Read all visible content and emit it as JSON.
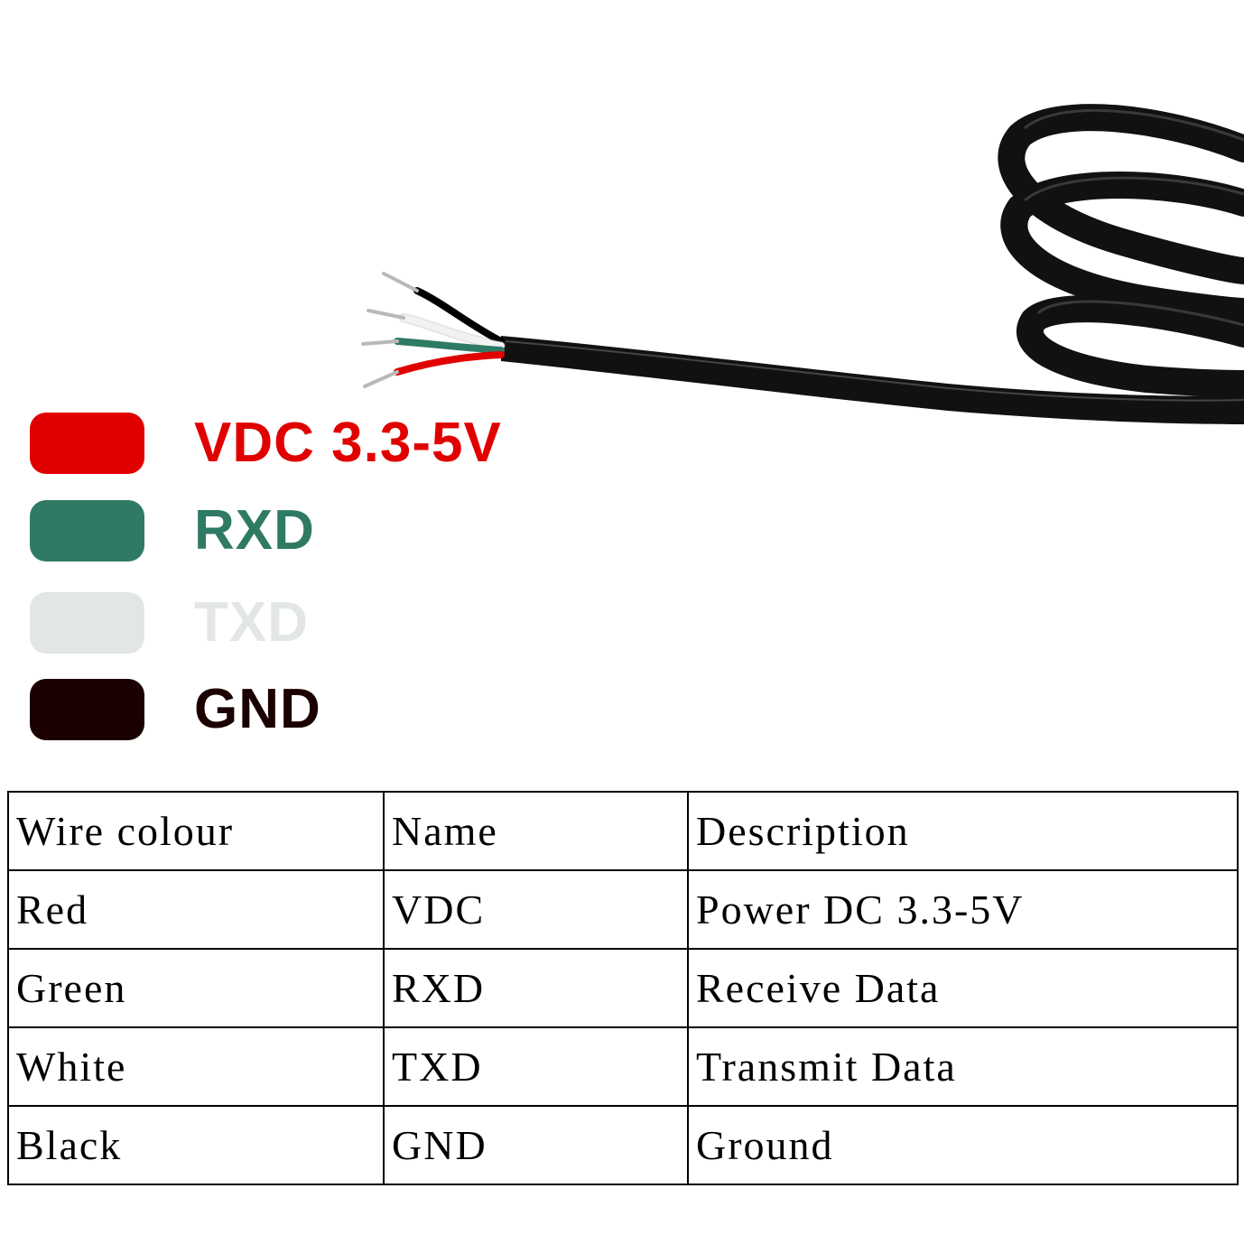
{
  "legend": [
    {
      "label": "VDC 3.3-5V",
      "color": "#e00000"
    },
    {
      "label": "RXD",
      "color": "#2f7a64"
    },
    {
      "label": "TXD",
      "color": "#e3e6e6"
    },
    {
      "label": "GND",
      "color": "#1a0000"
    }
  ],
  "table": {
    "headers": [
      "Wire colour",
      "Name",
      "Description"
    ],
    "rows": [
      [
        "Red",
        "VDC",
        "Power DC 3.3-5V"
      ],
      [
        "Green",
        "RXD",
        "Receive Data"
      ],
      [
        "White",
        "TXD",
        "Transmit Data"
      ],
      [
        "Black",
        "GND",
        "Ground"
      ]
    ]
  },
  "wire_colors": {
    "black": "#000000",
    "white": "#f2f2f2",
    "green": "#2f7a64",
    "red": "#e00000",
    "copper": "#b9b9b9"
  }
}
